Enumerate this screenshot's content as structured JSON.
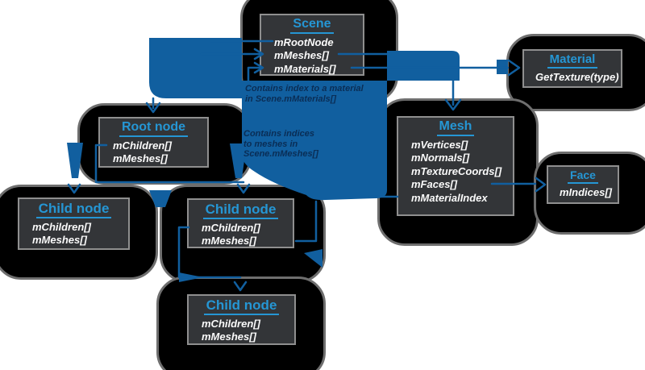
{
  "nodes": {
    "scene": {
      "title": "Scene",
      "members": [
        "mRootNode",
        "mMeshes[]",
        "mMaterials[]"
      ]
    },
    "material": {
      "title": "Material",
      "members": [
        "GetTexture(type)"
      ]
    },
    "root_node": {
      "title": "Root node",
      "members": [
        "mChildren[]",
        "mMeshes[]"
      ]
    },
    "mesh": {
      "title": "Mesh",
      "members": [
        "mVertices[]",
        "mNormals[]",
        "mTextureCoords[]",
        "mFaces[]",
        "mMaterialIndex"
      ]
    },
    "face": {
      "title": "Face",
      "members": [
        "mIndices[]"
      ]
    },
    "child1": {
      "title": "Child node",
      "members": [
        "mChildren[]",
        "mMeshes[]"
      ]
    },
    "child2": {
      "title": "Child node",
      "members": [
        "mChildren[]",
        "mMeshes[]"
      ]
    },
    "child3": {
      "title": "Child node",
      "members": [
        "mChildren[]",
        "mMeshes[]"
      ]
    }
  },
  "annotations": {
    "material_note": {
      "line1": "Contains index to a material",
      "line2": "in Scene.mMaterials[]"
    },
    "mesh_note": {
      "line1": "Contains indices",
      "line2": "to meshes in",
      "line3": "Scene.mMeshes[]"
    }
  },
  "colors": {
    "node_title_blue": "#2596d4",
    "connector_blue": "#115f9f",
    "annotation_navy": "#0a2d55",
    "node_background": "#333538",
    "node_border_grey": "#8f8f8f",
    "outline_black": "#000000",
    "outline_border_grey": "#6e6e6e"
  }
}
